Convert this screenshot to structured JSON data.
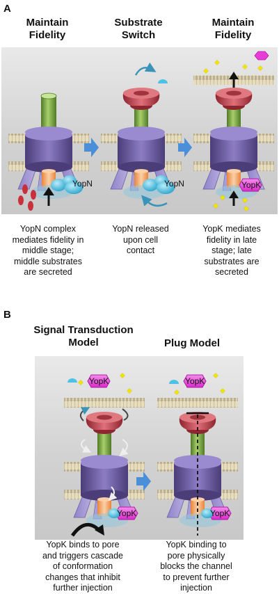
{
  "panel_a": {
    "letter": "A",
    "headings": [
      [
        "Maintain",
        "Fidelity"
      ],
      [
        "Substrate",
        "Switch"
      ],
      [
        "Maintain",
        "Fidelity"
      ]
    ],
    "labels": {
      "yopn_1": "YopN",
      "yopn_2": "YopN",
      "yopk": "YopK"
    },
    "captions": [
      [
        "YopN complex",
        "mediates fidelity in",
        "middle stage;",
        "middle substrates",
        "are secreted"
      ],
      [
        "YopN released",
        "upon cell",
        "contact"
      ],
      [
        "YopK mediates",
        "fidelity in late",
        "stage; late",
        "substrates are",
        "secreted"
      ]
    ]
  },
  "panel_b": {
    "letter": "B",
    "headings": [
      [
        "Signal Transduction",
        "Model"
      ],
      [
        "Plug Model"
      ]
    ],
    "labels": {
      "yopk_top_1": "YopK",
      "yopk_bottom_1": "YopK",
      "yopk_top_2": "YopK",
      "yopk_bottom_2": "YopK"
    },
    "captions": [
      [
        "YopK binds to pore",
        "and triggers cascade",
        "of conformation",
        "changes that inhibit",
        "further injection"
      ],
      [
        "YopK binding to",
        "pore physically",
        "blocks the channel",
        "to prevent further",
        "injection"
      ]
    ]
  },
  "colors": {
    "purple": "#6d5c9c",
    "green": "#6e9a3c",
    "red": "#c8505a",
    "magenta": "#e83cd8",
    "cyan": "#3fb8d8",
    "yellow": "#f2e600",
    "arrow_blue": "#4a8fd8"
  }
}
